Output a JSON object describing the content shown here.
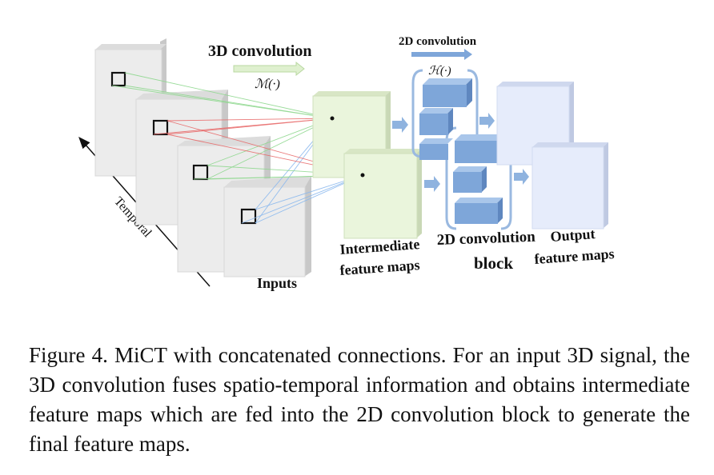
{
  "diagram": {
    "labels": {
      "conv3d": "3D convolution",
      "conv3d_fn": "ℳ(·)",
      "conv2d": "2D convolution",
      "conv2d_fn": "ℋ(·)",
      "temporal": "Temporal",
      "inputs": "Inputs",
      "intermediate_line1": "Intermediate",
      "intermediate_line2": "feature maps",
      "block_line1": "2D convolution",
      "block_line2": "block",
      "output_line1": "Output",
      "output_line2": "feature maps"
    },
    "colors": {
      "input_face": "#ececec",
      "input_side": "#cfcfcf",
      "intermediate_face": "#eaf5dc",
      "output_face": "#e6ecfb",
      "block_cube": "#7ea6d9",
      "arrow": "#8fb3df",
      "line_green": "#8fd88f",
      "line_red": "#e86a6a",
      "line_blue": "#8ab8ee"
    }
  },
  "caption": "Figure 4. MiCT with concatenated connections. For an input 3D signal, the 3D convolution fuses spatio-temporal information and obtains intermediate feature maps which are fed into the 2D convolution block to generate the final feature maps."
}
